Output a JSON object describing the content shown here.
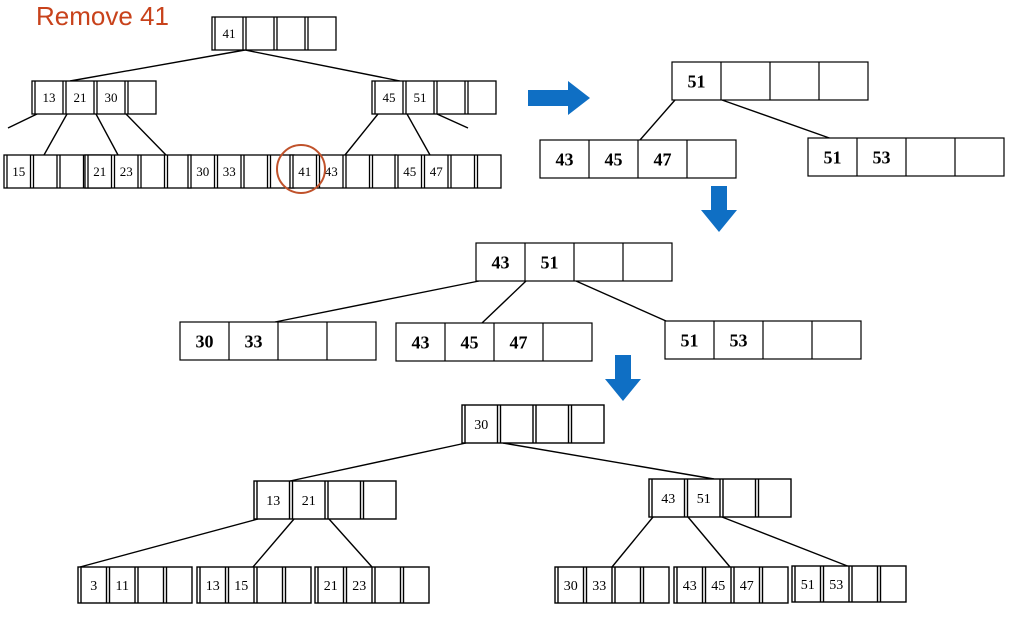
{
  "title": "Remove 41",
  "colors": {
    "title": "#c8421b",
    "arrow": "#0f6fc4",
    "highlight": "#c0522b",
    "line": "#000000"
  },
  "icons": [
    "right-arrow-icon",
    "down-arrow-icon",
    "down-arrow-icon"
  ],
  "trees": {
    "before": {
      "root": [
        "41"
      ],
      "internal": [
        {
          "keys": [
            "13",
            "21",
            "30"
          ]
        },
        {
          "keys": [
            "45",
            "51"
          ]
        }
      ],
      "leaves": [
        {
          "keys": [
            "15"
          ]
        },
        {
          "keys": [
            "21",
            "23"
          ]
        },
        {
          "keys": [
            "30",
            "33"
          ]
        },
        {
          "keys": [
            "41",
            "43"
          ],
          "highlighted_key": "41"
        },
        {
          "keys": [
            "45",
            "47"
          ]
        }
      ]
    },
    "step1": {
      "root": [
        "51"
      ],
      "leaves": [
        {
          "keys": [
            "43",
            "45",
            "47"
          ]
        },
        {
          "keys": [
            "51",
            "53"
          ]
        }
      ]
    },
    "step2": {
      "root": [
        "43",
        "51"
      ],
      "leaves": [
        {
          "keys": [
            "30",
            "33"
          ]
        },
        {
          "keys": [
            "43",
            "45",
            "47"
          ]
        },
        {
          "keys": [
            "51",
            "53"
          ]
        }
      ]
    },
    "after": {
      "root": [
        "30"
      ],
      "internal": [
        {
          "keys": [
            "13",
            "21"
          ]
        },
        {
          "keys": [
            "43",
            "51"
          ]
        }
      ],
      "leaves": [
        {
          "keys": [
            "3",
            "11"
          ]
        },
        {
          "keys": [
            "13",
            "15"
          ]
        },
        {
          "keys": [
            "21",
            "23"
          ]
        },
        {
          "keys": [
            "30",
            "33"
          ]
        },
        {
          "keys": [
            "43",
            "45",
            "47"
          ]
        },
        {
          "keys": [
            "51",
            "53"
          ]
        }
      ]
    }
  }
}
